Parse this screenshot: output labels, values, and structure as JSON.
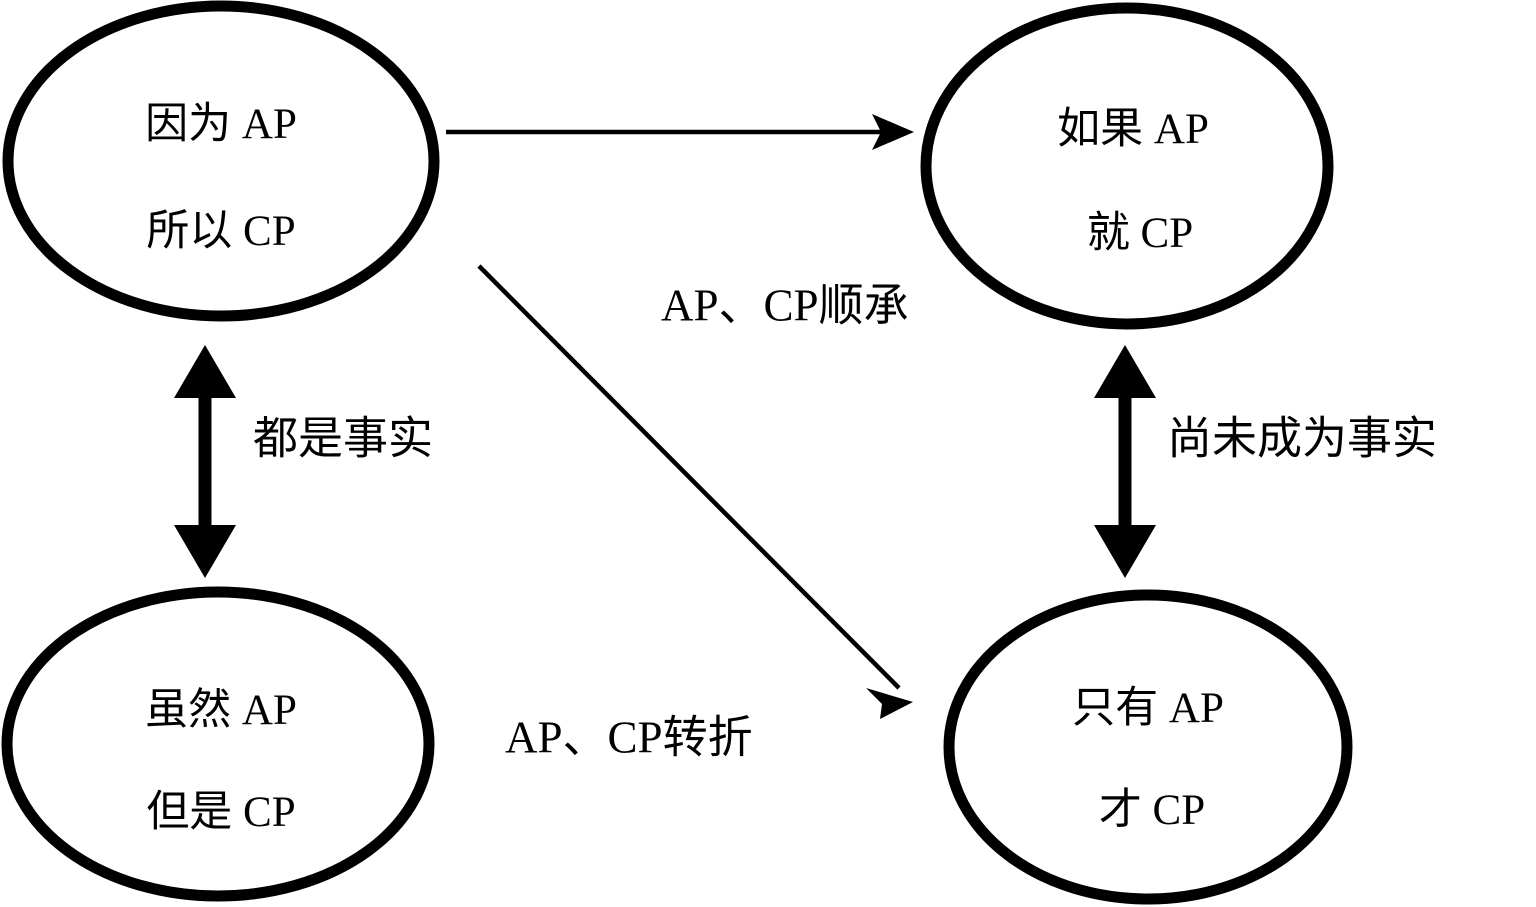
{
  "diagram": {
    "title": "AP CP clause-relation diagram",
    "background_color": "#ffffff",
    "stroke_color": "#000000",
    "nodes": [
      {
        "id": "because-so",
        "position": "top-left",
        "line1": "因为 AP",
        "line2": "所以 CP"
      },
      {
        "id": "if-then",
        "position": "top-right",
        "line1": "如果 AP",
        "line2": "就 CP"
      },
      {
        "id": "although-but",
        "position": "bottom-left",
        "line1": "虽然 AP",
        "line2": "但是 CP"
      },
      {
        "id": "only-then",
        "position": "bottom-right",
        "line1": "只有 AP",
        "line2": "才 CP"
      }
    ],
    "edges": [
      {
        "id": "top-horizontal",
        "from": "because-so",
        "to": "if-then",
        "style": "thin-single-arrow",
        "label": "AP、CP顺承"
      },
      {
        "id": "left-vertical",
        "from": "because-so",
        "to": "although-but",
        "style": "thick-double-arrow",
        "label": "都是事实"
      },
      {
        "id": "right-vertical",
        "from": "if-then",
        "to": "only-then",
        "style": "thick-double-arrow",
        "label": "尚未成为事实"
      },
      {
        "id": "diagonal",
        "from": "because-so",
        "to": "only-then",
        "style": "thin-single-arrow",
        "label": "AP、CP转折"
      }
    ]
  }
}
